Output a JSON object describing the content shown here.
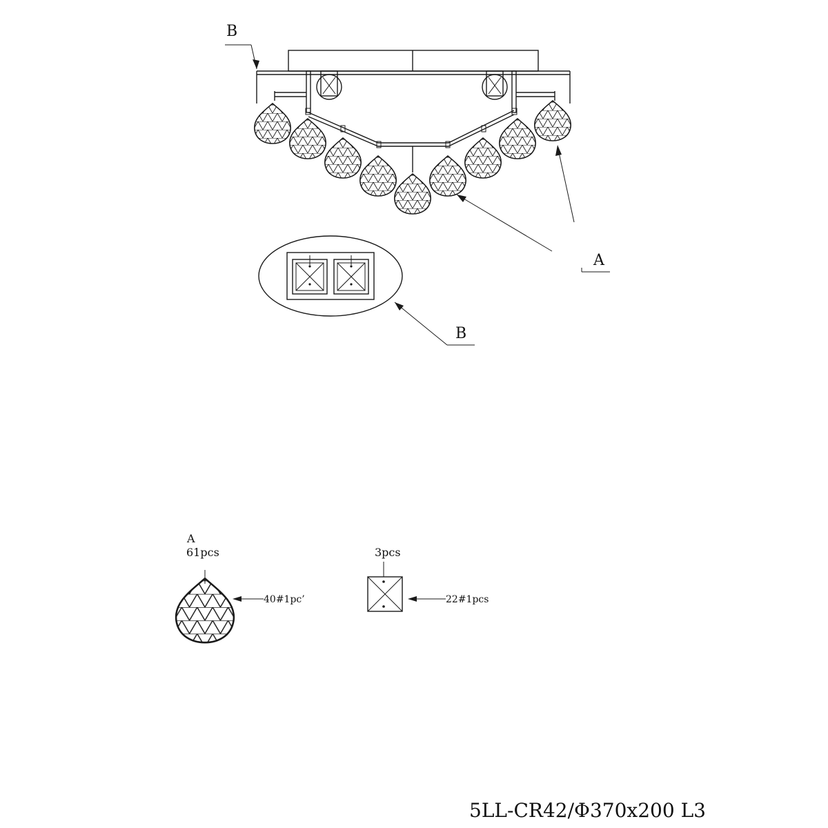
{
  "callouts": {
    "top_left": "B",
    "right": "A",
    "detail": "B"
  },
  "parts": {
    "ball": {
      "letter": "A",
      "qty": "61pcs",
      "spec": "40#1pc’"
    },
    "square": {
      "qty": "3pcs",
      "spec": "22#1pcs"
    }
  },
  "model_label": "5LL-CR42/Φ370x200 L3",
  "colors": {
    "line": "#1a1a1a",
    "background": "#ffffff"
  }
}
